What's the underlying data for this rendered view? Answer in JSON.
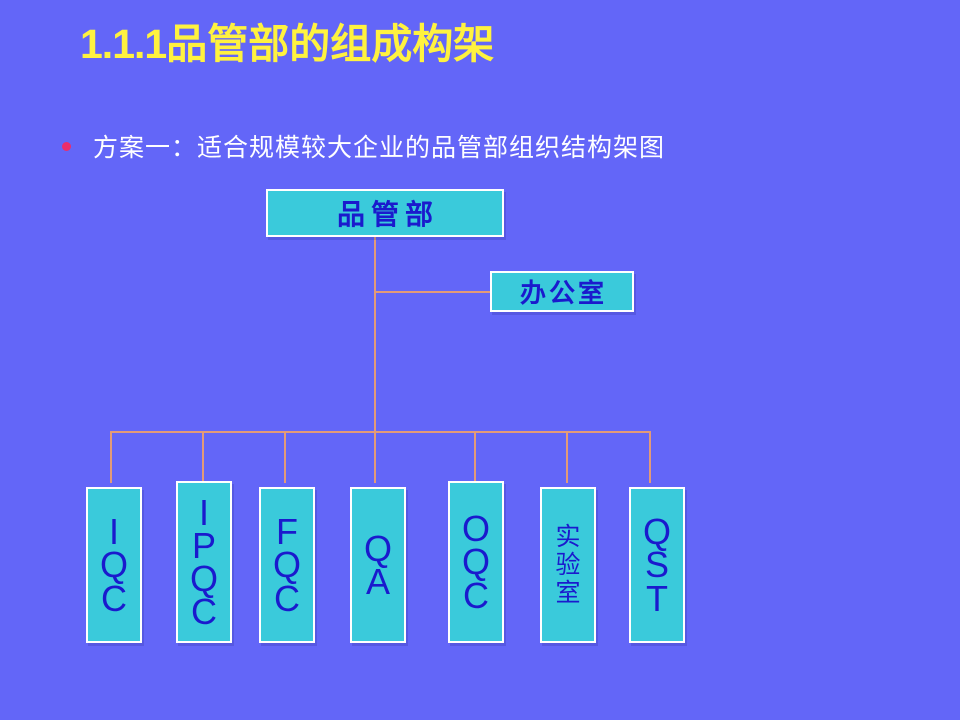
{
  "slide": {
    "title_number": "1.1.1",
    "title_text": "品管部的组成构架",
    "bullet_text": "方案一：适合规模较大企业的品管部组织结构架图",
    "background_color": "#6366F8",
    "title_color": "#FFF23F",
    "bullet_color": "#EC2D6B",
    "box_fill_color": "#3ACADB",
    "box_border_color": "#FFFFFF",
    "box_text_color": "#1A1ACD",
    "connector_color": "#E39A78"
  },
  "org_chart": {
    "root": {
      "label": "品管部"
    },
    "staff": {
      "label": "办公室"
    },
    "departments": [
      {
        "label": "IQC",
        "lines": [
          "I",
          "Q",
          "C"
        ],
        "lang": "en"
      },
      {
        "label": "IPQC",
        "lines": [
          "I",
          "P",
          "Q",
          "C"
        ],
        "lang": "en"
      },
      {
        "label": "FQC",
        "lines": [
          "F",
          "Q",
          "C"
        ],
        "lang": "en"
      },
      {
        "label": "QA",
        "lines": [
          "Q",
          "A"
        ],
        "lang": "en"
      },
      {
        "label": "OQC",
        "lines": [
          "O",
          "Q",
          "C"
        ],
        "lang": "en"
      },
      {
        "label": "实验室",
        "lines": [
          "实",
          "验",
          "室"
        ],
        "lang": "cn"
      },
      {
        "label": "QST",
        "lines": [
          "Q",
          "S",
          "T"
        ],
        "lang": "en"
      }
    ]
  }
}
